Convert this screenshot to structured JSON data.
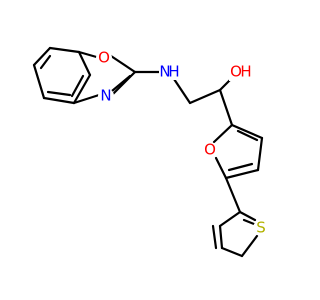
{
  "molecule": {
    "atoms": {
      "o_benzoxazole": {
        "symbol": "O",
        "color": "#ff0000"
      },
      "n_benzoxazole": {
        "symbol": "N",
        "color": "#0000ff"
      },
      "n_amine": {
        "symbol": "N",
        "color": "#0000ff"
      },
      "h_amine": {
        "symbol": "H",
        "color": "#0000ff"
      },
      "o_hydroxyl": {
        "symbol": "O",
        "color": "#ff0000"
      },
      "h_hydroxyl": {
        "symbol": "H",
        "color": "#ff0000"
      },
      "o_furan": {
        "symbol": "O",
        "color": "#ff0000"
      },
      "s_thiophene": {
        "symbol": "S",
        "color": "#b2b200"
      }
    },
    "bond_color": "#000000"
  }
}
